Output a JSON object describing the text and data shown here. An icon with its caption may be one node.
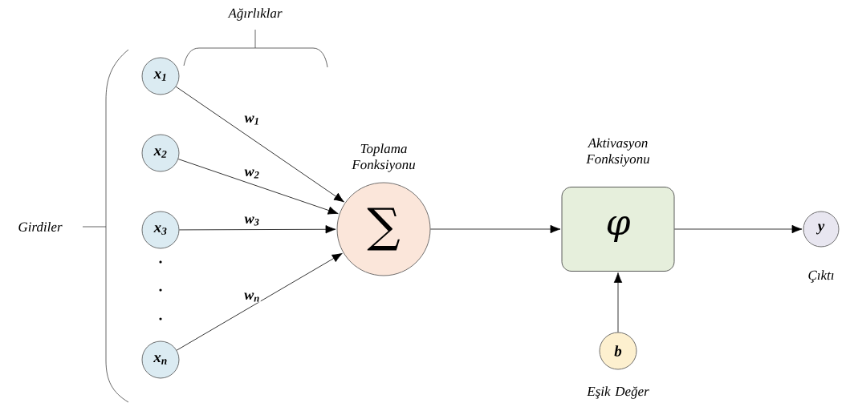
{
  "diagram": {
    "nodes": [
      {
        "text": [
          "x$_{1}$"
        ]
      },
      {
        "text": [
          "x$_{2}$"
        ]
      },
      {
        "text": [
          "x$_{3}$"
        ]
      },
      {
        "text": [
          "x$_{n}$"
        ]
      },
      {
        "text": [
          "∑"
        ],
        "beside": [
          "Toplama Fonksiyonu"
        ]
      },
      {
        "text": [
          "φ"
        ],
        "beside": [
          "Aktivasyon Fonksiyonu"
        ]
      },
      {
        "text": [
          "y"
        ],
        "beside": [
          "Çıktı"
        ]
      },
      {
        "text": [
          "b"
        ],
        "beside": [
          "Eşik Değer"
        ]
      }
    ],
    "edges": [
      {
        "from": 0,
        "to": 4,
        "arrow": "to",
        "label": "w$_{1}$"
      },
      {
        "from": 1,
        "to": 4,
        "arrow": "to",
        "label": "w$_{2}$"
      },
      {
        "from": 2,
        "to": 4,
        "arrow": "to",
        "label": "w$_{3}$"
      },
      {
        "from": 3,
        "to": 4,
        "arrow": "to",
        "label": "w$_{n}$"
      },
      {
        "from": 4,
        "to": 5,
        "arrow": "to"
      },
      {
        "from": 5,
        "to": 6,
        "arrow": "to"
      },
      {
        "from": 7,
        "to": 5,
        "arrow": "to"
      }
    ],
    "labels": [
      "Ağırlıklar",
      "Girdiler"
    ]
  }
}
